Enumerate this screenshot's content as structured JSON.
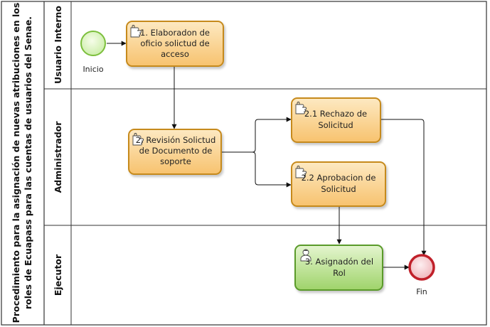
{
  "pool": {
    "title_lines": [
      "Procedimiento para la asignación de nuevas atribuciones en los",
      "roles de Ecuapass  para las cuentas de usuarios del Senae."
    ]
  },
  "lanes": [
    {
      "id": "usuario",
      "label": "Usuario Interno"
    },
    {
      "id": "admin",
      "label": "Administrador"
    },
    {
      "id": "ejecutor",
      "label": "Ejecutor"
    }
  ],
  "events": {
    "start": {
      "label": "Inicio"
    },
    "end": {
      "label": "Fin"
    }
  },
  "tasks": [
    {
      "id": "t1",
      "lines": [
        "1. Elaboradon de",
        "oficio solictud de",
        "acceso"
      ],
      "icon": "manual-task-icon"
    },
    {
      "id": "t2",
      "lines": [
        "2. Revisión Solictud",
        "de Documento de",
        "soporte"
      ],
      "icon": "manual-task-icon"
    },
    {
      "id": "t21",
      "lines": [
        "2.1 Rechazo de",
        "Solicitud"
      ],
      "icon": "manual-task-icon"
    },
    {
      "id": "t22",
      "lines": [
        "2.2 Aprobacion de",
        "Solicitud"
      ],
      "icon": "manual-task-icon"
    },
    {
      "id": "t3",
      "lines": [
        "3. Asignadón del",
        "Rol"
      ],
      "icon": "user-task-icon"
    }
  ],
  "colors": {
    "task_fill_top": "#fde9c2",
    "task_fill_bottom": "#f7c26e",
    "task_stroke": "#c68a1e",
    "user_task_fill_top": "#e4f5cf",
    "user_task_fill_bottom": "#9fd36a",
    "user_task_stroke": "#5a9a2a",
    "start_fill": "#e6f7cf",
    "start_stroke": "#7cbf3c",
    "end_fill": "#f9d7d9",
    "end_stroke": "#c0202a"
  }
}
